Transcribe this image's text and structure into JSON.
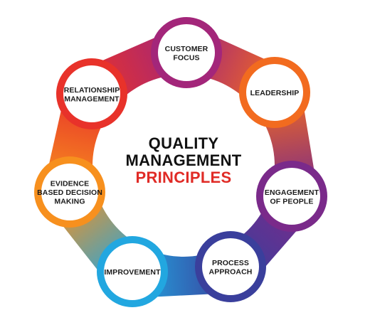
{
  "title": {
    "line1": "QUALITY",
    "line2": "MANAGEMENT",
    "line3": "PRINCIPLES"
  },
  "principles": [
    {
      "lines": [
        "CUSTOMER",
        "FOCUS"
      ]
    },
    {
      "lines": [
        "LEADERSHIP"
      ]
    },
    {
      "lines": [
        "ENGAGEMENT",
        "OF PEOPLE"
      ]
    },
    {
      "lines": [
        "PROCESS",
        "APPROACH"
      ]
    },
    {
      "lines": [
        "IMPROVEMENT"
      ]
    },
    {
      "lines": [
        "EVIDENCE",
        "BASED DECISION",
        "MAKING"
      ]
    },
    {
      "lines": [
        "RELATIONSHIP",
        "MANAGEMENT"
      ]
    }
  ],
  "colors": {
    "title_accent": "#e02b26",
    "title_main": "#111111",
    "label": "#1b1b1b",
    "ring": [
      "#a3267a",
      "#f26b1f",
      "#7a2a8a",
      "#3a3f9c",
      "#22a7e0",
      "#f7901e",
      "#e8322a"
    ]
  }
}
